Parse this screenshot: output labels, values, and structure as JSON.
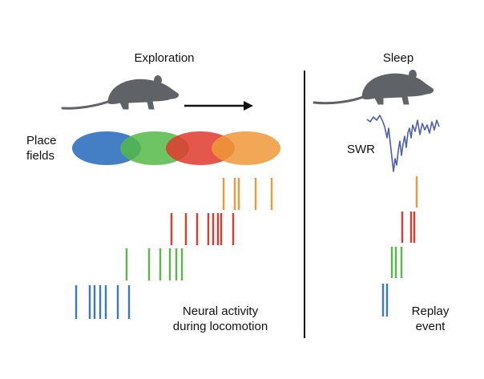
{
  "titles": {
    "exploration": "Exploration",
    "sleep": "Sleep"
  },
  "labels": {
    "place_fields_line1": "Place",
    "place_fields_line2": "fields",
    "swr": "SWR",
    "neural_activity_line1": "Neural activity",
    "neural_activity_line2": "during locomotion",
    "replay_line1": "Replay",
    "replay_line2": "event"
  },
  "colors": {
    "blue": "#3a78c2",
    "green": "#55b848",
    "red": "#e0392d",
    "orange": "#ee9838",
    "rat": "#5f6266",
    "swr_trace": "#4d5fae",
    "divider": "#111111"
  },
  "icons": {
    "rat_exploration": "rat-icon",
    "rat_sleep": "rat-icon",
    "direction_arrow": "arrow-right-icon"
  },
  "place_fields": [
    "blue",
    "green",
    "red",
    "orange"
  ],
  "spike_rows": [
    {
      "cell": "orange",
      "exploration_spikes": 5,
      "replay_spikes": 1
    },
    {
      "cell": "red",
      "exploration_spikes": 8,
      "replay_spikes": 3
    },
    {
      "cell": "green",
      "exploration_spikes": 6,
      "replay_spikes": 3
    },
    {
      "cell": "blue",
      "exploration_spikes": 7,
      "replay_spikes": 2
    }
  ]
}
